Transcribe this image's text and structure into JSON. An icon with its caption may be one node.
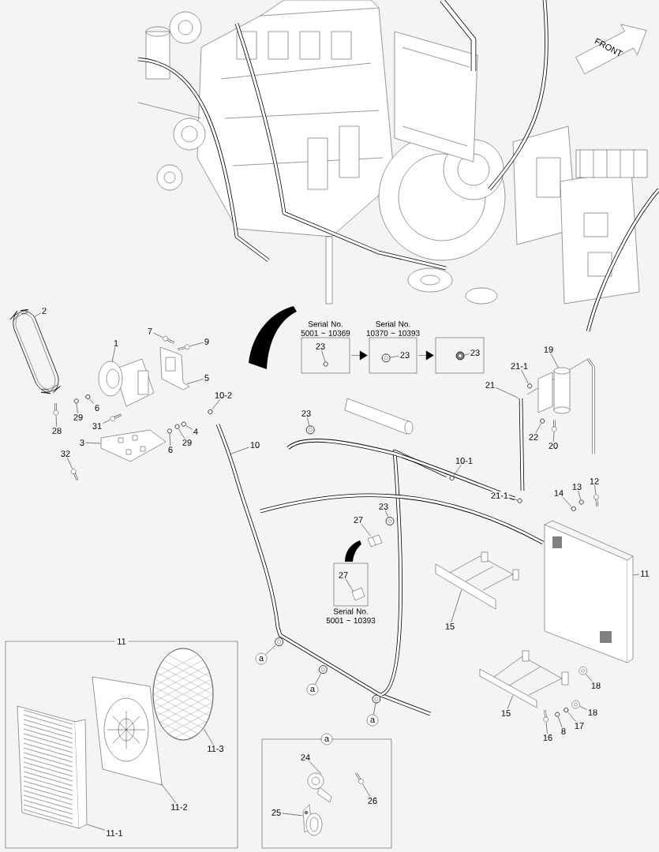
{
  "diagram": {
    "nodes": [
      {
        "text": [
          "2"
        ]
      },
      {
        "text": [
          "1"
        ]
      },
      {
        "text": [
          "7"
        ]
      },
      {
        "text": [
          "9"
        ]
      },
      {
        "text": [
          "5"
        ]
      },
      {
        "text": [
          "10-2"
        ]
      },
      {
        "text": [
          "6"
        ]
      },
      {
        "text": [
          "29"
        ]
      },
      {
        "text": [
          "28"
        ]
      },
      {
        "text": [
          "31"
        ]
      },
      {
        "text": [
          "4"
        ]
      },
      {
        "text": [
          "29"
        ]
      },
      {
        "text": [
          "6"
        ]
      },
      {
        "text": [
          "3"
        ]
      },
      {
        "text": [
          "32"
        ]
      },
      {
        "text": [
          "10"
        ]
      },
      {
        "text": [
          "Serial No. 5001 ~ 10369"
        ]
      },
      {
        "text": [
          "23"
        ],
        "in": 16
      },
      {
        "text": [
          "Serial No. 10370 ~ 10393"
        ]
      },
      {
        "text": [
          "23"
        ],
        "in": 18
      },
      {
        "text": [],
        "shape": "box"
      },
      {
        "text": [
          "23"
        ],
        "in": 20
      },
      {
        "text": [
          "19"
        ]
      },
      {
        "text": [
          "21-1"
        ]
      },
      {
        "text": [
          "21"
        ]
      },
      {
        "text": [
          "22"
        ]
      },
      {
        "text": [
          "20"
        ]
      },
      {
        "text": [
          "23"
        ]
      },
      {
        "text": [
          "10-1"
        ]
      },
      {
        "text": [
          "21-1"
        ]
      },
      {
        "text": [
          "14"
        ]
      },
      {
        "text": [
          "13"
        ]
      },
      {
        "text": [
          "12"
        ]
      },
      {
        "text": [
          "27"
        ]
      },
      {
        "text": [
          "23"
        ]
      },
      {
        "text": [
          "Serial No. 5001 ~ 10393"
        ]
      },
      {
        "text": [
          "27"
        ],
        "in": 35
      },
      {
        "text": [
          "11"
        ]
      },
      {
        "text": [
          "15"
        ]
      },
      {
        "text": [
          "15"
        ]
      },
      {
        "text": [
          "18"
        ]
      },
      {
        "text": [
          "18"
        ]
      },
      {
        "text": [
          "17"
        ]
      },
      {
        "text": [
          "8"
        ]
      },
      {
        "text": [
          "16"
        ]
      },
      {
        "text": [
          "a"
        ]
      },
      {
        "text": [
          "a"
        ]
      },
      {
        "text": [
          "a"
        ]
      },
      {
        "text": [
          "11"
        ]
      },
      {
        "text": [
          "11-3"
        ],
        "in": 48
      },
      {
        "text": [
          "11-2"
        ],
        "in": 48
      },
      {
        "text": [
          "11-1"
        ],
        "in": 48
      },
      {
        "text": [
          "a"
        ]
      },
      {
        "text": [
          "24"
        ],
        "in": 52
      },
      {
        "text": [
          "26"
        ],
        "in": 52
      },
      {
        "text": [
          "25"
        ],
        "in": 52
      },
      {
        "text": [],
        "shape": "picture"
      },
      {
        "text": [],
        "shape": "picture"
      },
      {
        "text": [],
        "shape": "picture"
      },
      {
        "text": [],
        "shape": "picture"
      },
      {
        "text": [],
        "shape": "picture"
      },
      {
        "text": [],
        "shape": "circle"
      },
      {
        "text": [],
        "shape": "circle"
      },
      {
        "text": [],
        "shape": "circle"
      },
      {
        "text": [],
        "shape": "picture"
      },
      {
        "text": [],
        "shape": "picture"
      },
      {
        "text": [],
        "shape": "circle"
      },
      {
        "text": [],
        "shape": "circle"
      },
      {
        "text": [],
        "shape": "circle"
      },
      {
        "text": [],
        "shape": "picture"
      },
      {
        "text": [],
        "shape": "picture"
      },
      {
        "text": [],
        "shape": "picture"
      },
      {
        "text": [],
        "shape": "circle",
        "in": 16
      },
      {
        "text": [],
        "shape": "picture",
        "in": 18
      },
      {
        "text": [],
        "shape": "picture",
        "in": 20
      },
      {
        "text": [],
        "shape": "picture"
      },
      {
        "text": [],
        "shape": "circle"
      },
      {
        "text": [],
        "shape": "picture"
      },
      {
        "text": [],
        "shape": "circle"
      },
      {
        "text": [],
        "shape": "picture"
      },
      {
        "text": [],
        "shape": "picture"
      },
      {
        "text": [],
        "shape": "circle"
      },
      {
        "text": [],
        "shape": "circle"
      },
      {
        "text": [],
        "shape": "circle"
      },
      {
        "text": [],
        "shape": "circle"
      },
      {
        "text": [],
        "shape": "picture"
      },
      {
        "text": [],
        "shape": "picture"
      },
      {
        "text": [],
        "shape": "picture"
      },
      {
        "text": [],
        "shape": "picture",
        "in": 35
      },
      {
        "text": [],
        "shape": "picture"
      },
      {
        "text": [],
        "shape": "picture"
      },
      {
        "text": [],
        "shape": "picture"
      },
      {
        "text": [],
        "shape": "picture"
      },
      {
        "text": [],
        "shape": "picture"
      },
      {
        "text": [],
        "shape": "circle"
      },
      {
        "text": [],
        "shape": "circle"
      },
      {
        "text": [],
        "shape": "picture"
      },
      {
        "text": [],
        "shape": "picture"
      },
      {
        "text": [],
        "shape": "picture"
      },
      {
        "text": [],
        "shape": "picture"
      },
      {
        "text": [],
        "shape": "picture",
        "in": 48
      },
      {
        "text": [],
        "shape": "picture",
        "in": 48
      },
      {
        "text": [],
        "shape": "picture",
        "in": 48
      },
      {
        "text": [],
        "shape": "picture",
        "in": 52
      },
      {
        "text": [],
        "shape": "picture",
        "in": 52
      },
      {
        "text": [],
        "shape": "picture",
        "in": 52
      }
    ],
    "edges": [
      {
        "from": 0,
        "to": 56,
        "arrow": "none"
      },
      {
        "from": 1,
        "to": 57,
        "arrow": "none"
      },
      {
        "from": 2,
        "to": 58,
        "arrow": "none"
      },
      {
        "from": 3,
        "to": 59,
        "arrow": "none"
      },
      {
        "from": 4,
        "to": 60,
        "arrow": "none"
      },
      {
        "from": 5,
        "to": 61,
        "arrow": "none"
      },
      {
        "from": 6,
        "to": 62,
        "arrow": "none"
      },
      {
        "from": 7,
        "to": 63,
        "arrow": "none"
      },
      {
        "from": 8,
        "to": 64,
        "arrow": "none"
      },
      {
        "from": 9,
        "to": 65,
        "arrow": "none"
      },
      {
        "from": 10,
        "to": 66,
        "arrow": "none"
      },
      {
        "from": 11,
        "to": 67,
        "arrow": "none"
      },
      {
        "from": 12,
        "to": 68,
        "arrow": "none"
      },
      {
        "from": 13,
        "to": 69,
        "arrow": "none"
      },
      {
        "from": 14,
        "to": 70,
        "arrow": "none"
      },
      {
        "from": 15,
        "to": 71,
        "arrow": "none"
      },
      {
        "from": 17,
        "to": 72,
        "arrow": "none"
      },
      {
        "from": 19,
        "to": 73,
        "arrow": "none"
      },
      {
        "from": 21,
        "to": 74,
        "arrow": "none"
      },
      {
        "from": 22,
        "to": 75,
        "arrow": "none"
      },
      {
        "from": 23,
        "to": 76,
        "arrow": "none"
      },
      {
        "from": 24,
        "to": 77,
        "arrow": "none"
      },
      {
        "from": 25,
        "to": 78,
        "arrow": "none"
      },
      {
        "from": 26,
        "to": 79,
        "arrow": "none"
      },
      {
        "from": 27,
        "to": 80,
        "arrow": "none"
      },
      {
        "from": 28,
        "to": 81,
        "arrow": "none"
      },
      {
        "from": 29,
        "to": 82,
        "arrow": "none"
      },
      {
        "from": 30,
        "to": 83,
        "arrow": "none"
      },
      {
        "from": 31,
        "to": 84,
        "arrow": "none"
      },
      {
        "from": 32,
        "to": 85,
        "arrow": "none"
      },
      {
        "from": 33,
        "to": 86,
        "arrow": "none"
      },
      {
        "from": 34,
        "to": 87,
        "arrow": "none"
      },
      {
        "from": 36,
        "to": 88,
        "arrow": "none"
      },
      {
        "from": 37,
        "to": 89,
        "arrow": "none"
      },
      {
        "from": 38,
        "to": 90,
        "arrow": "none"
      },
      {
        "from": 39,
        "to": 91,
        "arrow": "none"
      },
      {
        "from": 40,
        "to": 92,
        "arrow": "none"
      },
      {
        "from": 41,
        "to": 93,
        "arrow": "none"
      },
      {
        "from": 42,
        "to": 94,
        "arrow": "none"
      },
      {
        "from": 43,
        "to": 95,
        "arrow": "none"
      },
      {
        "from": 44,
        "to": 96,
        "arrow": "none"
      },
      {
        "from": 45,
        "to": 97,
        "arrow": "none"
      },
      {
        "from": 46,
        "to": 98,
        "arrow": "none"
      },
      {
        "from": 47,
        "to": 99,
        "arrow": "none"
      },
      {
        "from": 49,
        "to": 100,
        "arrow": "none"
      },
      {
        "from": 50,
        "to": 101,
        "arrow": "none"
      },
      {
        "from": 51,
        "to": 102,
        "arrow": "none"
      },
      {
        "from": 53,
        "to": 103,
        "arrow": "none"
      },
      {
        "from": 54,
        "to": 104,
        "arrow": "none"
      },
      {
        "from": 55,
        "to": 105,
        "arrow": "none"
      },
      {
        "from": 16,
        "to": 18,
        "arrow": "to"
      },
      {
        "from": 18,
        "to": 20,
        "arrow": "to"
      }
    ],
    "labels": [
      "FRONT"
    ]
  }
}
